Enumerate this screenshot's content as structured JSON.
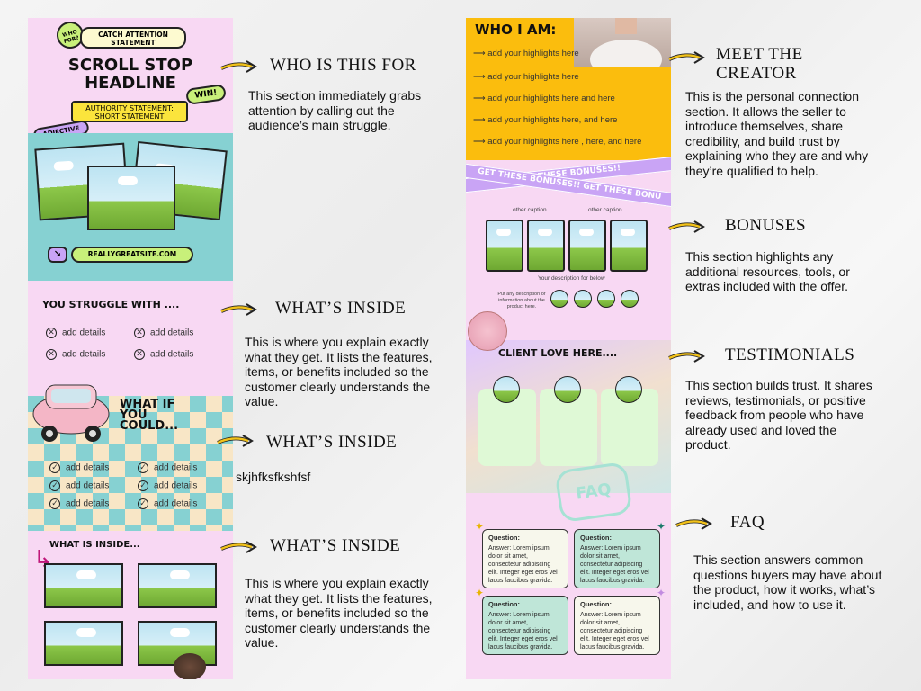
{
  "left_mockup": {
    "who_for_badge": "WHO FOR?",
    "catch_attention": "CATCH ATTENTION STATEMENT",
    "headline_line1": "SCROLL STOP",
    "headline_line2": "HEADLINE",
    "win_badge": "WIN!",
    "authority": "AUTHORITY STATEMENT: SHORT STATEMENT",
    "adjective_badge": "ADJECTIVE",
    "site": "REALLYGREATSITE.COM",
    "struggle_title": "YOU STRUGGLE WITH ....",
    "struggle_items": [
      "add details",
      "add details",
      "add details",
      "add details"
    ],
    "what_if_line1": "WHAT IF",
    "what_if_line2": "YOU",
    "what_if_line3": "COULD...",
    "could_items": [
      "add details",
      "add details",
      "add details",
      "add details",
      "add details",
      "add details"
    ],
    "inside_title": "WHAT IS INSIDE..."
  },
  "right_mockup": {
    "who_title": "WHO I AM:",
    "highlights": [
      "add your highlights here",
      "add your highlights here",
      "add your highlights here and here",
      "add your highlights here, and here",
      "add your highlights here , here, and here"
    ],
    "bonus_banner": "GET THESE BONUSES!!",
    "bonus_banner2": "GET THESE BONUSES!! GET THESE BONU",
    "caption1": "other caption",
    "caption2": "other caption",
    "description": "Your description for below",
    "product_note": "Put any description or information about the product here.",
    "client_love": "CLIENT LOVE HERE....",
    "faq_bubble": "FAQ",
    "faq": [
      {
        "q": "Question:",
        "a": "Answer: Lorem ipsum dolor sit amet, consectetur adipiscing elit. Integer eget eros vel lacus faucibus gravida."
      },
      {
        "q": "Question:",
        "a": "Answer: Lorem ipsum dolor sit amet, consectetur adipiscing elit. Integer eget eros vel lacus faucibus gravida."
      },
      {
        "q": "Question:",
        "a": "Answer: Lorem ipsum dolor sit amet, consectetur adipiscing elit. Integer eget eros vel lacus faucibus gravida."
      },
      {
        "q": "Question:",
        "a": "Answer: Lorem ipsum dolor sit amet, consectetur adipiscing elit. Integer eget eros vel lacus faucibus gravida."
      }
    ]
  },
  "sections": {
    "who_for": {
      "heading": "WHO IS THIS FOR",
      "text": "This section immediately grabs attention by calling out the audience’s main struggle."
    },
    "inside1": {
      "heading": "WHAT’S INSIDE",
      "text": "This is where you explain exactly what they get. It lists the features, items, or benefits included so the customer clearly understands the value."
    },
    "inside2": {
      "heading": "WHAT’S INSIDE",
      "text": "skjhfksfkshfsf"
    },
    "inside3": {
      "heading": "WHAT’S INSIDE",
      "text": "This is where you explain exactly what they get. It lists the features, items, or benefits included so the customer clearly understands the value."
    },
    "creator": {
      "heading_line1": "MEET THE",
      "heading_line2": "CREATOR",
      "text": "This is the personal connection section. It allows the seller to introduce themselves, share credibility, and build trust by explaining who they are and why they’re qualified to help."
    },
    "bonuses": {
      "heading": "BONUSES",
      "text": "This section highlights any additional resources, tools, or extras included with the offer."
    },
    "testimonials": {
      "heading": "TESTIMONIALS",
      "text": "This section builds trust. It shares reviews, testimonials, or positive feedback from people who have already used and loved the product."
    },
    "faq": {
      "heading": "FAQ",
      "text": "This section answers common questions buyers may have about the product, how it works, what’s included, and how to use it."
    }
  },
  "colors": {
    "pink": "#f8d8f3",
    "teal": "#86d1d2",
    "yellow": "#fbbd0d",
    "lime": "#c8f07a",
    "arrow": "#f2c21a"
  }
}
